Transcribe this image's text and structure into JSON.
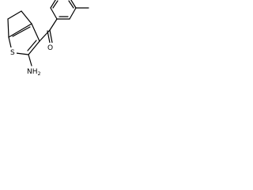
{
  "molecule": {
    "atoms": {
      "sulfur": "S",
      "oxygen": "O",
      "amine_main": "NH",
      "amine_subscript": "2"
    }
  }
}
